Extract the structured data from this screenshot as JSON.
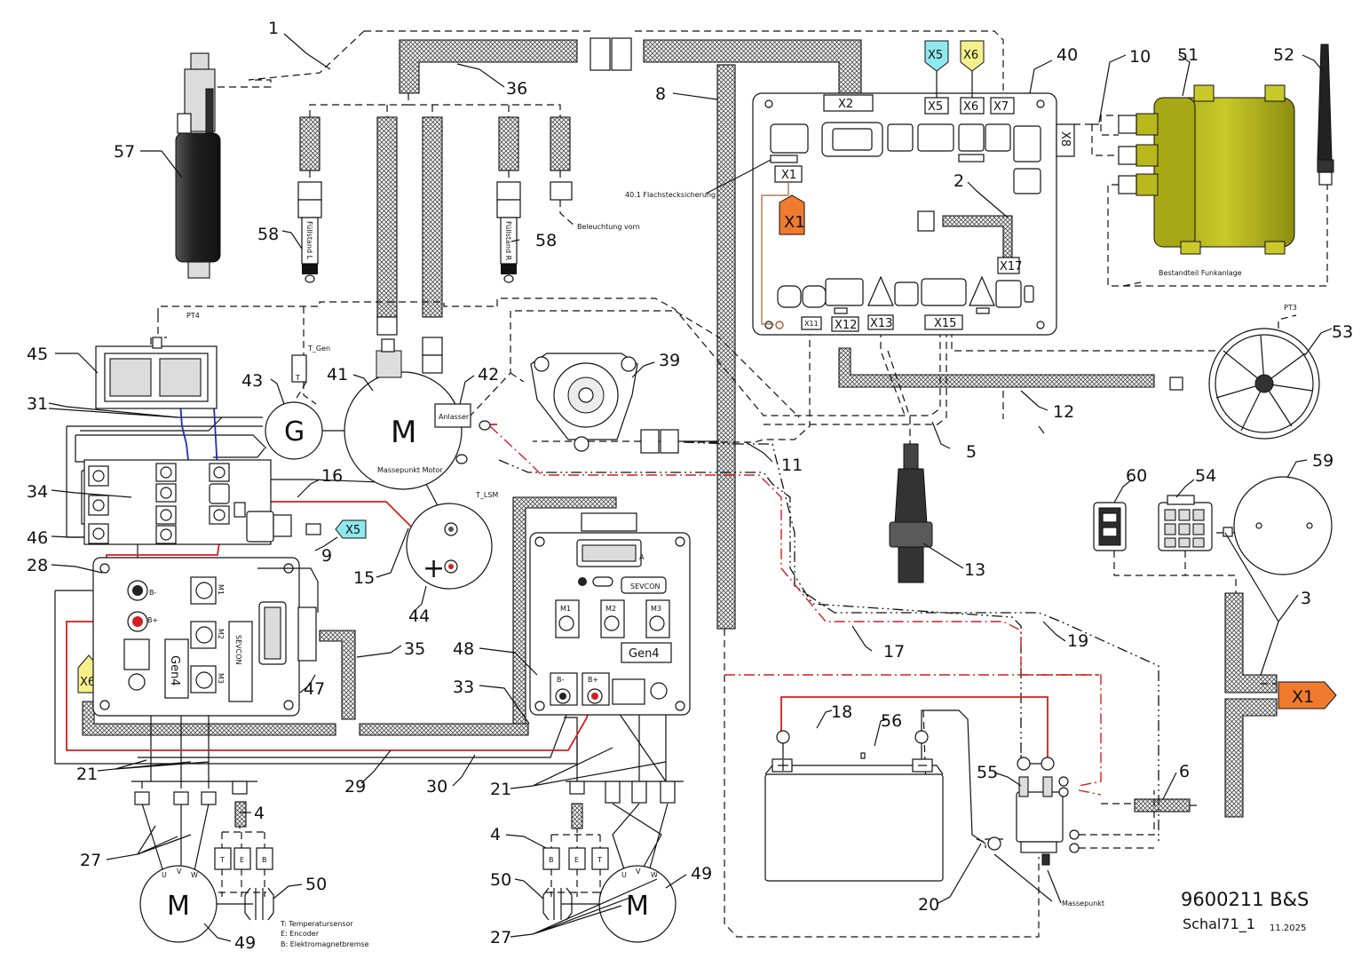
{
  "drawing": {
    "number": "9600211 B&S",
    "sheet": "Schal71_1",
    "date": "11.2025"
  },
  "colors": {
    "x1_tag": "#f07a2e",
    "x5_tag": "#8fe8ee",
    "x6_tag": "#f4f08c",
    "radio_box": "#b8b81c",
    "wire_red": "#d21f1f",
    "wire_blue": "#1a2fbf"
  },
  "tags": {
    "x1": "X1",
    "x5": "X5",
    "x6": "X6"
  },
  "connectors": {
    "x2": "X2",
    "x5": "X5",
    "x6": "X6",
    "x7": "X7",
    "x8": "X8",
    "x1": "X1",
    "x17": "X17",
    "x11": "X11",
    "x12": "X12",
    "x13": "X13",
    "x15": "X15"
  },
  "texts": {
    "flachsteck": "40.1 Flachstecksicherung",
    "fuellstand_l": "Füllstand L",
    "fuellstand_r": "Füllstand R",
    "beleuchtung": "Beleuchtung vorn",
    "bestandteil": "Bestandteil Funkanlage",
    "pt4": "PT4",
    "pt3": "PT3",
    "t_gen": "T_Gen",
    "t_lsm": "T_LSM",
    "t": "T",
    "e": "E",
    "b": "B",
    "g": "G",
    "m": "M",
    "u": "U",
    "v": "V",
    "w": "W",
    "plus": "+",
    "anlasser": "Anlasser",
    "massepunkt_motor": "Massepunkt Motor",
    "massepunkt": "Massepunkt",
    "legend_t": "T: Temperatursensor",
    "legend_e": "E: Encoder",
    "legend_b": "B: Elektromagnetbremse",
    "sevcon": "SEVCON",
    "gen4": "Gen4",
    "b_minus": "B-",
    "b_plus": "B+",
    "m1": "M1",
    "m2": "M2",
    "m3": "M3",
    "a": "A"
  },
  "callouts": {
    "n1": "1",
    "n2": "2",
    "n3": "3",
    "n4a": "4",
    "n4b": "4",
    "n5": "5",
    "n6": "6",
    "n8": "8",
    "n9": "9",
    "n10": "10",
    "n11": "11",
    "n12": "12",
    "n13": "13",
    "n15": "15",
    "n16": "16",
    "n17": "17",
    "n18": "18",
    "n19": "19",
    "n20": "20",
    "n21a": "21",
    "n21b": "21",
    "n27a": "27",
    "n27b": "27",
    "n28": "28",
    "n29": "29",
    "n30": "30",
    "n31": "31",
    "n33": "33",
    "n34": "34",
    "n35": "35",
    "n36": "36",
    "n39": "39",
    "n40": "40",
    "n41": "41",
    "n42": "42",
    "n43": "43",
    "n44": "44",
    "n45": "45",
    "n46": "46",
    "n47": "47",
    "n48": "48",
    "n49a": "49",
    "n49b": "49",
    "n50a": "50",
    "n50b": "50",
    "n51": "51",
    "n52": "52",
    "n53": "53",
    "n54": "54",
    "n55": "55",
    "n56": "56",
    "n57": "57",
    "n58a": "58",
    "n58b": "58",
    "n59": "59",
    "n60": "60"
  }
}
